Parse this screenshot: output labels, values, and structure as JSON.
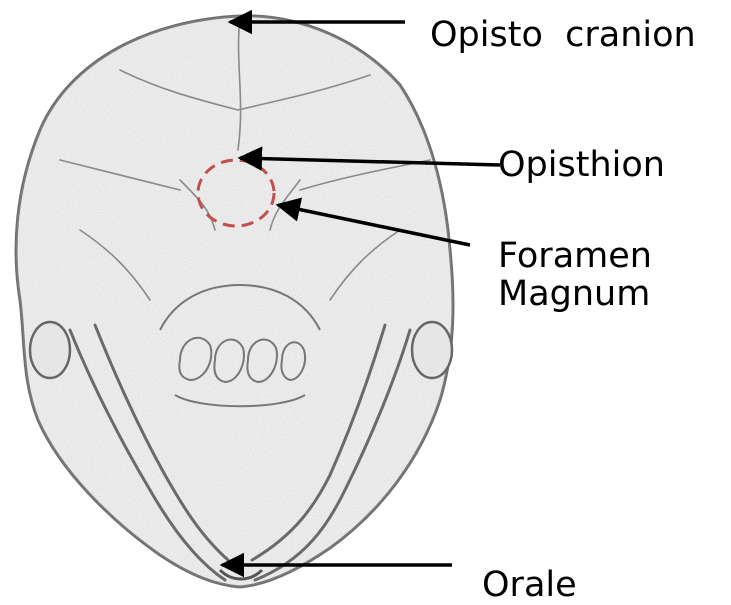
{
  "labels": {
    "opisto_cranion": "Opisto  cranion",
    "opisthion": "Opisthion",
    "foramen_line1": "Foramen",
    "foramen_line2": "Magnum",
    "orale": "Orale"
  },
  "colors": {
    "arrow": "#000000",
    "foramen_outline": "#c0504d",
    "skull_stroke": "#7a7a7a",
    "skull_fill": "#efefef"
  }
}
